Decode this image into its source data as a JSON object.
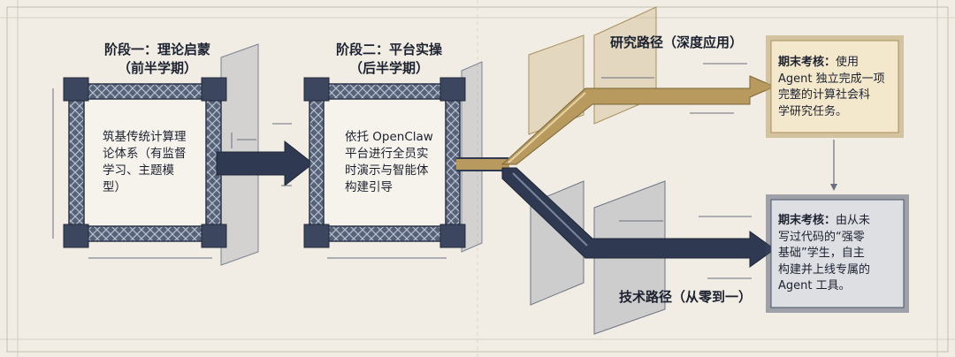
{
  "stage1": {
    "title": "阶段一：理论启蒙",
    "subtitle": "（前半学期）",
    "body_lines": [
      "筑基传统计算理",
      "论体系（有监督",
      "学习、主题模",
      "型）"
    ]
  },
  "stage2": {
    "title": "阶段二：平台实操",
    "subtitle": "（后半学期）",
    "body_lines": [
      "依托 OpenClaw",
      "平台进行全员实",
      "时演示与智能体",
      "构建引导"
    ]
  },
  "research_path": {
    "label": "研究路径（深度应用）",
    "exam_label": "期末考核：",
    "exam_lines": [
      "使用",
      "Agent 独立完成一项",
      "完整的计算社会科",
      "学研究任务。"
    ]
  },
  "tech_path": {
    "label": "技术路径（从零到一）",
    "exam_label": "期末考核：",
    "exam_lines": [
      "由从未",
      "写过代码的“强零",
      "基础”学生，自主",
      "构建并上线专属的",
      "Agent 工具。"
    ]
  },
  "colors": {
    "navy": "#3a4660",
    "gold": "#b89a5e",
    "gold_fill": "#f3e8cc",
    "gray_fill": "#dedfe3",
    "paper": "#f1ede4"
  }
}
